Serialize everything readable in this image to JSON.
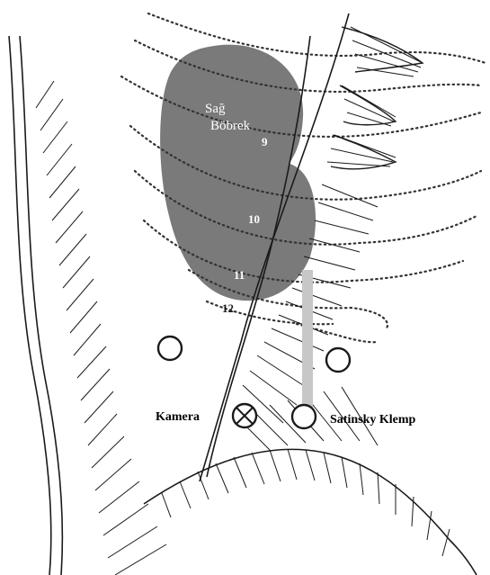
{
  "kidney": {
    "label_line1": "Sağ",
    "label_line2": "Böbrek",
    "color": "#7a7a7a"
  },
  "ribs": [
    {
      "number": "9"
    },
    {
      "number": "10"
    },
    {
      "number": "11"
    },
    {
      "number": "12"
    }
  ],
  "ports": {
    "camera_label": "Kamera",
    "clamp_label": "Satinsky Klemp"
  },
  "colors": {
    "line": "#1a1a1a",
    "rib_dots": "#333333",
    "background": "#ffffff"
  }
}
